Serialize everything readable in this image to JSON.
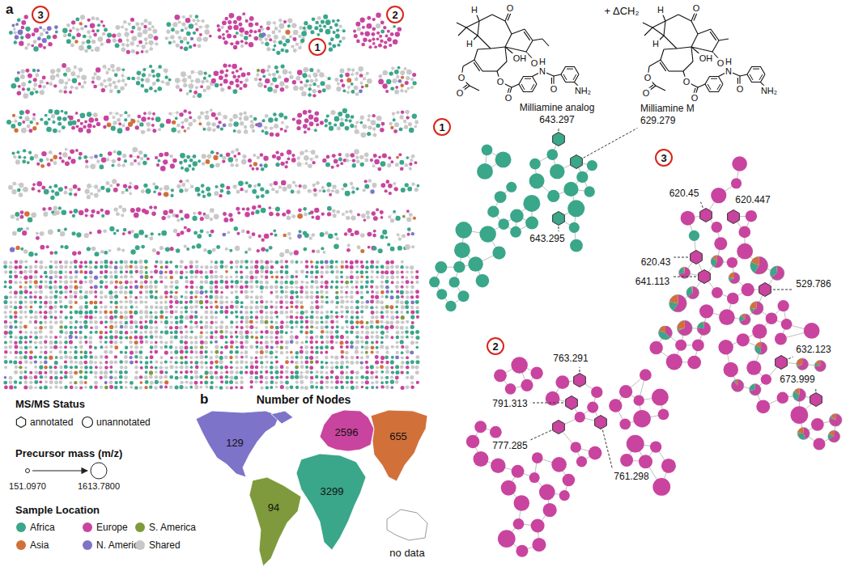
{
  "diagram": {
    "nodes": [
      {
        "text": [
          "3"
        ]
      },
      {
        "text": [
          "2"
        ]
      },
      {
        "text": [
          "1"
        ]
      },
      {
        "text": [
          "1"
        ]
      },
      {
        "text": [
          "3"
        ]
      },
      {
        "text": [
          "2"
        ]
      },
      {
        "text": [
          "129"
        ]
      },
      {
        "text": [
          "2596"
        ]
      },
      {
        "text": [
          "655"
        ]
      },
      {
        "text": [
          "94"
        ]
      },
      {
        "text": [
          "3299"
        ]
      },
      {
        "text": [
          "no data"
        ]
      }
    ],
    "labels": [
      "a",
      "MS/MS Status",
      "Precursor mass (m/z)",
      "151.0970",
      "1613.7800",
      "Sample Location",
      "b",
      "Number of Nodes",
      "+ ΔCH₂",
      "Milliamine analog",
      "643.297",
      "Milliamine M",
      "629.279",
      "643.295",
      "620.45",
      "620.447",
      "620.43",
      "641.113",
      "529.786",
      "632.123",
      "673.999",
      "763.291",
      "791.313",
      "777.285",
      "761.298",
      "H",
      "H",
      "O",
      "O",
      "O",
      "O",
      "O",
      "OH",
      "OH",
      "H",
      "N",
      "O",
      "NH₂",
      "H",
      "H",
      "O",
      "O",
      "O",
      "O",
      "O",
      "OH",
      "OH",
      "H",
      "N",
      "O",
      "NH₂"
    ],
    "legend": [
      {
        "text": "annotated"
      },
      {
        "text": "unannotated"
      },
      {
        "text": "Africa",
        "color": "#3aa68a"
      },
      {
        "text": "Europe",
        "color": "#c9449f"
      },
      {
        "text": "S. America",
        "color": "#7e9a3c"
      },
      {
        "text": "Asia",
        "color": "#d2703a"
      },
      {
        "text": "N. America",
        "color": "#7d73c9"
      },
      {
        "text": "Shared",
        "color": "#c8c8c8"
      }
    ]
  }
}
